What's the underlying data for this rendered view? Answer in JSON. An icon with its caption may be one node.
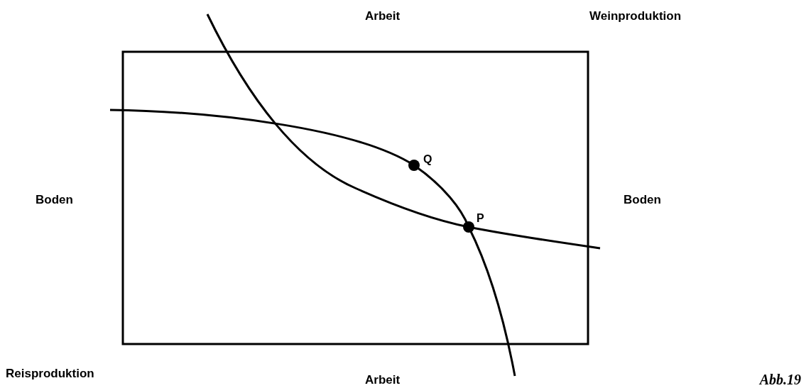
{
  "diagram": {
    "caption": "Abb.19",
    "labels": [
      "Arbeit",
      "Weinproduktion",
      "Q",
      "Boden",
      "Boden",
      "P",
      "Reisproduktion",
      "Arbeit"
    ]
  }
}
